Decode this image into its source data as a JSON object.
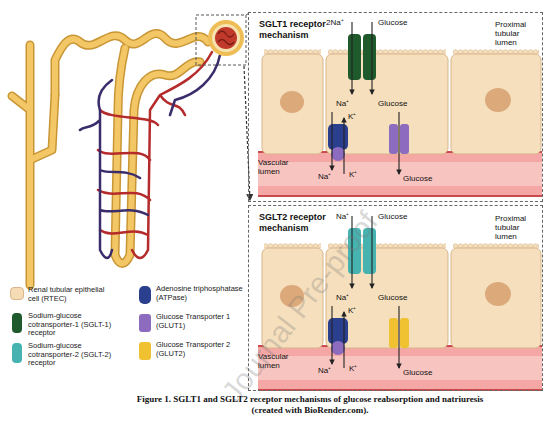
{
  "diagram": {
    "caption": "Figure 1. SGLT1 and SGLT2 receptor mechanisms of glucose reabsorption and natriuresis (created with BioRender.com).",
    "nodes": [
      {
        "text": [
          "SGLT1 receptor mechanism"
        ]
      },
      {
        "text": [
          "SGLT2 receptor mechanism"
        ]
      }
    ],
    "labels": [
      "2Na⁺",
      "Glucose",
      "Proximal tubular lumen",
      "Na⁺",
      "Glucose",
      "K⁺",
      "Vascular lumen",
      "Na⁺",
      "K⁺",
      "Glucose",
      "Na⁺",
      "Glucose",
      "Proximal tubular lumen",
      "Na⁺",
      "Glucose",
      "K⁺",
      "Vascular lumen",
      "Na⁺",
      "K⁺",
      "Glucose",
      "Journal Pre-proof"
    ],
    "legend": [
      {
        "text": "Renal tubular epithelial cell (RTEC)",
        "color": "#f5dcb4"
      },
      {
        "text": "Sodium-glucose cotransporter-1 (SGLT-1) receptor",
        "color": "#1e5a2b"
      },
      {
        "text": "Sodium-glucose cotransporter-2 (SGLT-2) receptor",
        "color": "#46b3b0"
      },
      {
        "text": "Adenosine triphosphatase (ATPase)",
        "color": "#2b3f8f"
      },
      {
        "text": "Glucose Transporter 1 (GLUT1)",
        "color": "#8d6cc0"
      },
      {
        "text": "Glucose Transporter 2 (GLUT2)",
        "color": "#f0c232"
      }
    ]
  }
}
